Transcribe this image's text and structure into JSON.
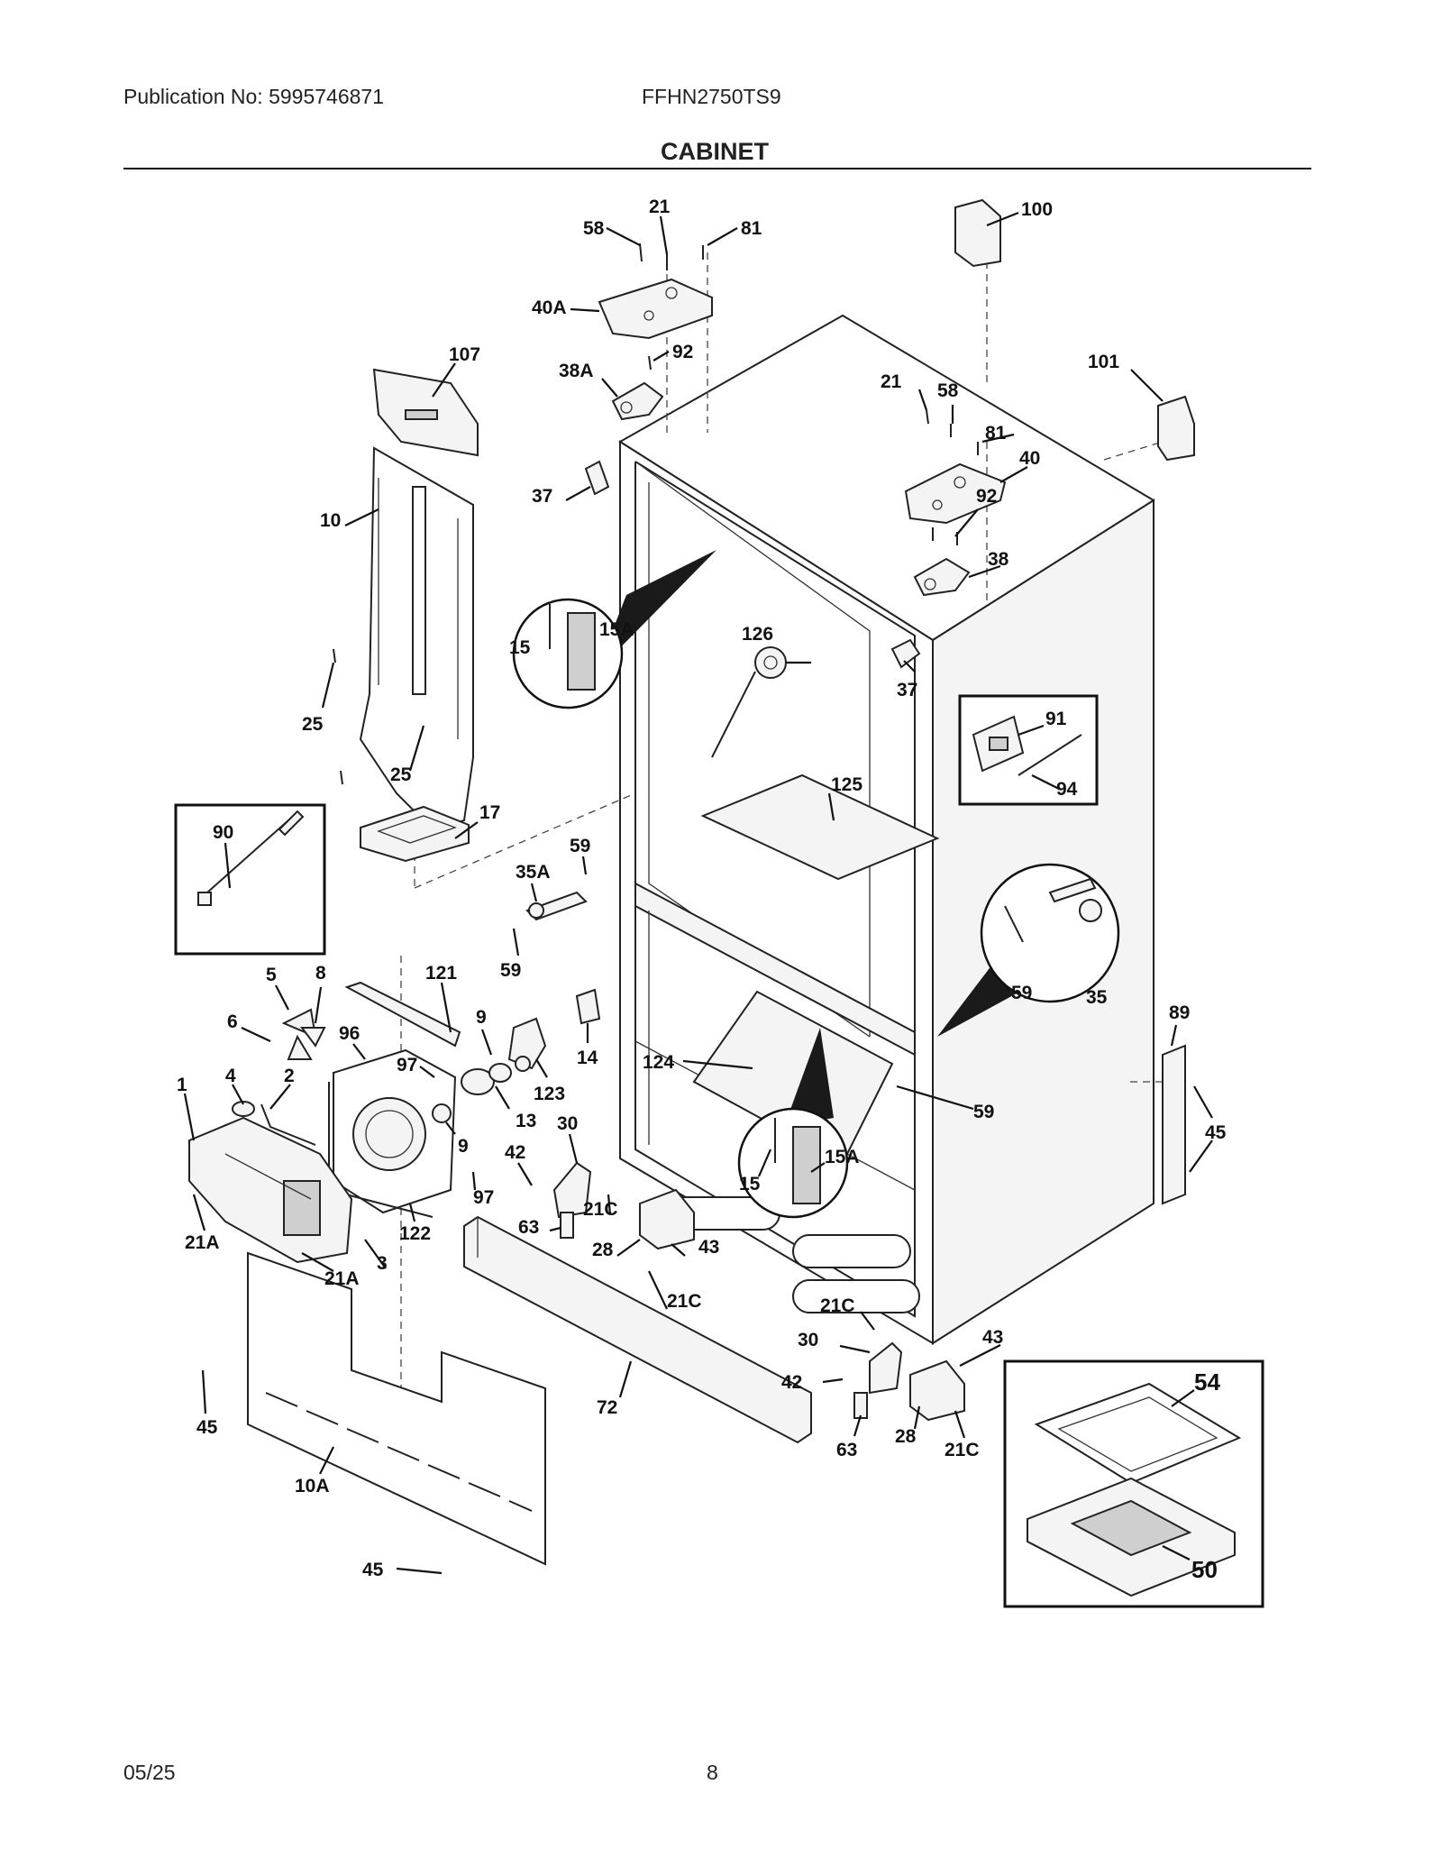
{
  "header": {
    "publication": "Publication No: 5995746871",
    "model": "FFHN2750TS9",
    "section_title": "CABINET"
  },
  "footer": {
    "date": "05/25",
    "page": "8"
  },
  "callouts": [
    {
      "id": "c-21-top",
      "text": "21"
    },
    {
      "id": "c-58-top",
      "text": "58"
    },
    {
      "id": "c-81-top",
      "text": "81"
    },
    {
      "id": "c-100",
      "text": "100"
    },
    {
      "id": "c-40A",
      "text": "40A"
    },
    {
      "id": "c-107",
      "text": "107"
    },
    {
      "id": "c-92-left",
      "text": "92"
    },
    {
      "id": "c-38A",
      "text": "38A"
    },
    {
      "id": "c-101",
      "text": "101"
    },
    {
      "id": "c-21-right",
      "text": "21"
    },
    {
      "id": "c-58-right",
      "text": "58"
    },
    {
      "id": "c-81-right",
      "text": "81"
    },
    {
      "id": "c-40",
      "text": "40"
    },
    {
      "id": "c-37-left",
      "text": "37"
    },
    {
      "id": "c-92-right",
      "text": "92"
    },
    {
      "id": "c-10",
      "text": "10"
    },
    {
      "id": "c-38",
      "text": "38"
    },
    {
      "id": "c-15-top",
      "text": "15"
    },
    {
      "id": "c-15A-top",
      "text": "15A"
    },
    {
      "id": "c-126",
      "text": "126"
    },
    {
      "id": "c-37-right",
      "text": "37"
    },
    {
      "id": "c-91",
      "text": "91"
    },
    {
      "id": "c-94",
      "text": "94"
    },
    {
      "id": "c-25-upper",
      "text": "25"
    },
    {
      "id": "c-25-lower",
      "text": "25"
    },
    {
      "id": "c-125",
      "text": "125"
    },
    {
      "id": "c-17",
      "text": "17"
    },
    {
      "id": "c-90",
      "text": "90"
    },
    {
      "id": "c-59-a",
      "text": "59"
    },
    {
      "id": "c-35A",
      "text": "35A"
    },
    {
      "id": "c-59-b",
      "text": "59"
    },
    {
      "id": "c-59-circle",
      "text": "59"
    },
    {
      "id": "c-35",
      "text": "35"
    },
    {
      "id": "c-5",
      "text": "5"
    },
    {
      "id": "c-8",
      "text": "8"
    },
    {
      "id": "c-121",
      "text": "121"
    },
    {
      "id": "c-6",
      "text": "6"
    },
    {
      "id": "c-96",
      "text": "96"
    },
    {
      "id": "c-9-upper",
      "text": "9"
    },
    {
      "id": "c-97-upper",
      "text": "97"
    },
    {
      "id": "c-14",
      "text": "14"
    },
    {
      "id": "c-123",
      "text": "123"
    },
    {
      "id": "c-89",
      "text": "89"
    },
    {
      "id": "c-124",
      "text": "124"
    },
    {
      "id": "c-59-c",
      "text": "59"
    },
    {
      "id": "c-1",
      "text": "1"
    },
    {
      "id": "c-4",
      "text": "4"
    },
    {
      "id": "c-2",
      "text": "2"
    },
    {
      "id": "c-13",
      "text": "13"
    },
    {
      "id": "c-30-left",
      "text": "30"
    },
    {
      "id": "c-9-lower",
      "text": "9"
    },
    {
      "id": "c-45-right",
      "text": "45"
    },
    {
      "id": "c-42-left",
      "text": "42"
    },
    {
      "id": "c-15-bottom",
      "text": "15"
    },
    {
      "id": "c-15A-bottom",
      "text": "15A"
    },
    {
      "id": "c-97-lower",
      "text": "97"
    },
    {
      "id": "c-21C-a",
      "text": "21C"
    },
    {
      "id": "c-63-left",
      "text": "63"
    },
    {
      "id": "c-122",
      "text": "122"
    },
    {
      "id": "c-21A-left",
      "text": "21A"
    },
    {
      "id": "c-28-left",
      "text": "28"
    },
    {
      "id": "c-43-left",
      "text": "43"
    },
    {
      "id": "c-3",
      "text": "3"
    },
    {
      "id": "c-21A-mid",
      "text": "21A"
    },
    {
      "id": "c-21C-b",
      "text": "21C"
    },
    {
      "id": "c-21C-c",
      "text": "21C"
    },
    {
      "id": "c-30-right",
      "text": "30"
    },
    {
      "id": "c-43-right",
      "text": "43"
    },
    {
      "id": "c-54",
      "text": "54"
    },
    {
      "id": "c-42-right",
      "text": "42"
    },
    {
      "id": "c-72",
      "text": "72"
    },
    {
      "id": "c-45-left",
      "text": "45"
    },
    {
      "id": "c-28-right",
      "text": "28"
    },
    {
      "id": "c-63-right",
      "text": "63"
    },
    {
      "id": "c-21C-d",
      "text": "21C"
    },
    {
      "id": "c-10A",
      "text": "10A"
    },
    {
      "id": "c-50",
      "text": "50"
    },
    {
      "id": "c-45-bottom",
      "text": "45"
    }
  ]
}
